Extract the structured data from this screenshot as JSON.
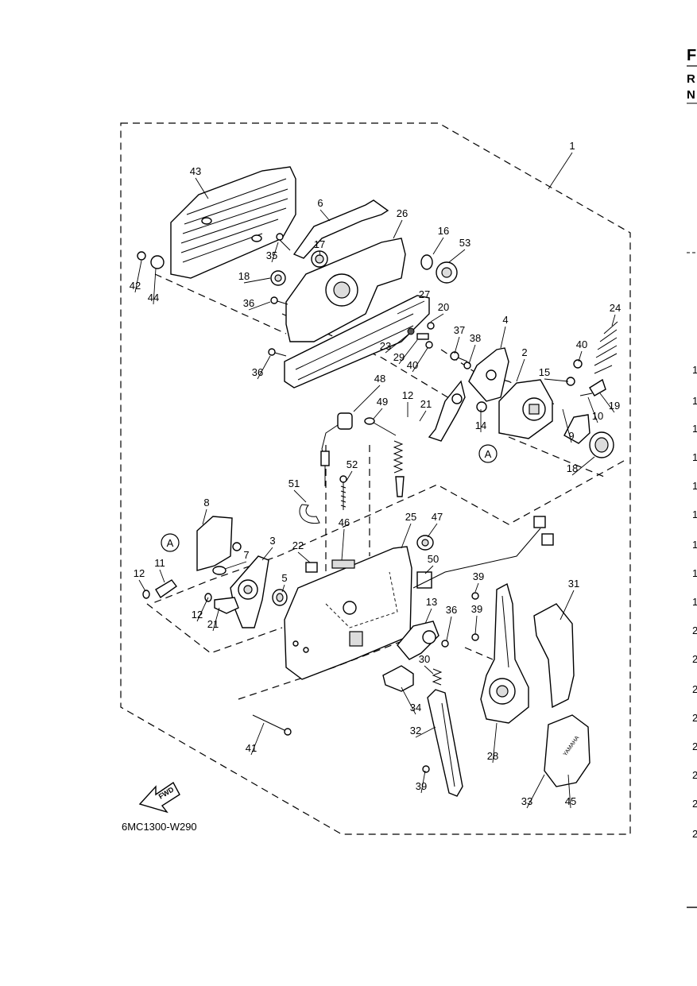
{
  "header": {
    "letter_top": "F",
    "letter_2": "R",
    "letter_3": "N"
  },
  "diagram_code": "6MC1300-W290",
  "fwd_label": "FWD",
  "circle_ref": "A",
  "yamaha_logo": "YAMAHA",
  "right_edge_numbers": [
    "1",
    "1",
    "1",
    "1",
    "1",
    "1",
    "1",
    "1",
    "1",
    "2",
    "2",
    "2",
    "2",
    "2",
    "2",
    "2",
    "2"
  ],
  "callouts": [
    "1",
    "43",
    "6",
    "26",
    "16",
    "53",
    "17",
    "35",
    "18",
    "42",
    "44",
    "36",
    "27",
    "20",
    "37",
    "38",
    "4",
    "23",
    "29",
    "40",
    "36",
    "40",
    "24",
    "2",
    "15",
    "19",
    "10",
    "9",
    "48",
    "12",
    "21",
    "49",
    "14",
    "18",
    "52",
    "51",
    "8",
    "46",
    "25",
    "47",
    "22",
    "3",
    "7",
    "50",
    "39",
    "12",
    "11",
    "5",
    "13",
    "36",
    "39",
    "12",
    "21",
    "30",
    "31",
    "34",
    "32",
    "28",
    "41",
    "39",
    "33",
    "45"
  ]
}
